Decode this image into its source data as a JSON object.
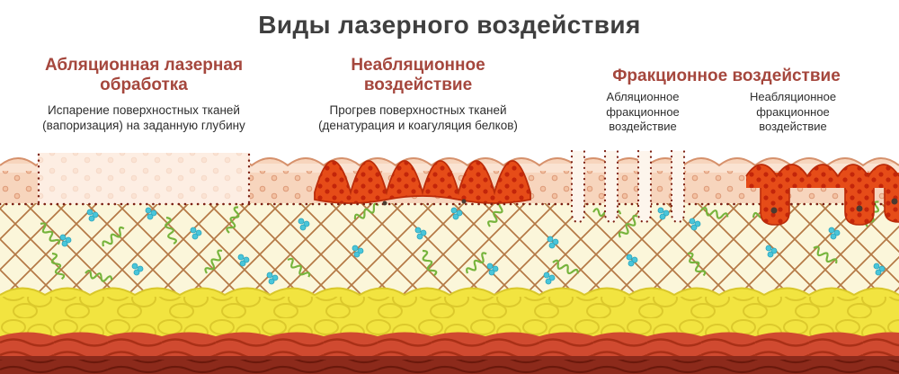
{
  "title": "Виды лазерного воздействия",
  "sections": [
    {
      "heading": "Абляционная лазерная обработка",
      "description": "Испарение поверхностных тканей (вапоризация) на заданную глубину"
    },
    {
      "heading": "Неабляционное воздействие",
      "description": "Прогрев поверхностных тканей (денатурация и коагуляция белков)"
    },
    {
      "heading": "Фракционное воздействие",
      "sub_headings": [
        "Абляционное фракционное воздействие",
        "Неабляционное фракционное воздействие"
      ]
    }
  ],
  "diagram": {
    "colors": {
      "title_text": "#3f3f3f",
      "heading_text": "#a5473d",
      "body_text": "#2e2e2e",
      "epidermis": "#f7d5bd",
      "dermis": "#fbf6da",
      "subcutaneous_fat": "#f2e440",
      "muscle": "#d04a30",
      "deep_muscle": "#8c2a1b",
      "coagulated_tissue": "#e64c18",
      "dotted_outline": "#7c1f12",
      "collagen_fibers": "#a2591f",
      "elastin_fibers": "#76b43c",
      "cell_clusters": "#49c6da"
    }
  }
}
